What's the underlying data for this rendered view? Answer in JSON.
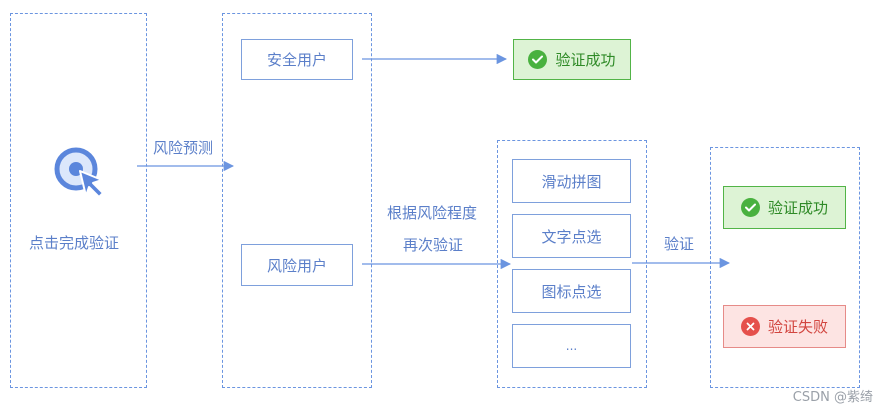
{
  "step1": {
    "label": "点击完成验证",
    "icon": "cursor-click-icon"
  },
  "edge_risk_predict": "风险预测",
  "user_types": {
    "safe": "安全用户",
    "risky": "风险用户"
  },
  "success_top": {
    "label": "验证成功",
    "icon": "check-circle-icon"
  },
  "edge_reverify": {
    "line1": "根据风险程度",
    "line2": "再次验证"
  },
  "methods": [
    "滑动拼图",
    "文字点选",
    "图标点选",
    "..."
  ],
  "edge_verify": "验证",
  "results": {
    "success": {
      "label": "验证成功",
      "icon": "check-circle-icon"
    },
    "fail": {
      "label": "验证失败",
      "icon": "x-circle-icon"
    }
  },
  "colors": {
    "accent": "#5b7fc9",
    "dash": "#6b95e0",
    "success": "#49b13f",
    "fail": "#e5504c"
  },
  "watermark": "CSDN @紫绮"
}
